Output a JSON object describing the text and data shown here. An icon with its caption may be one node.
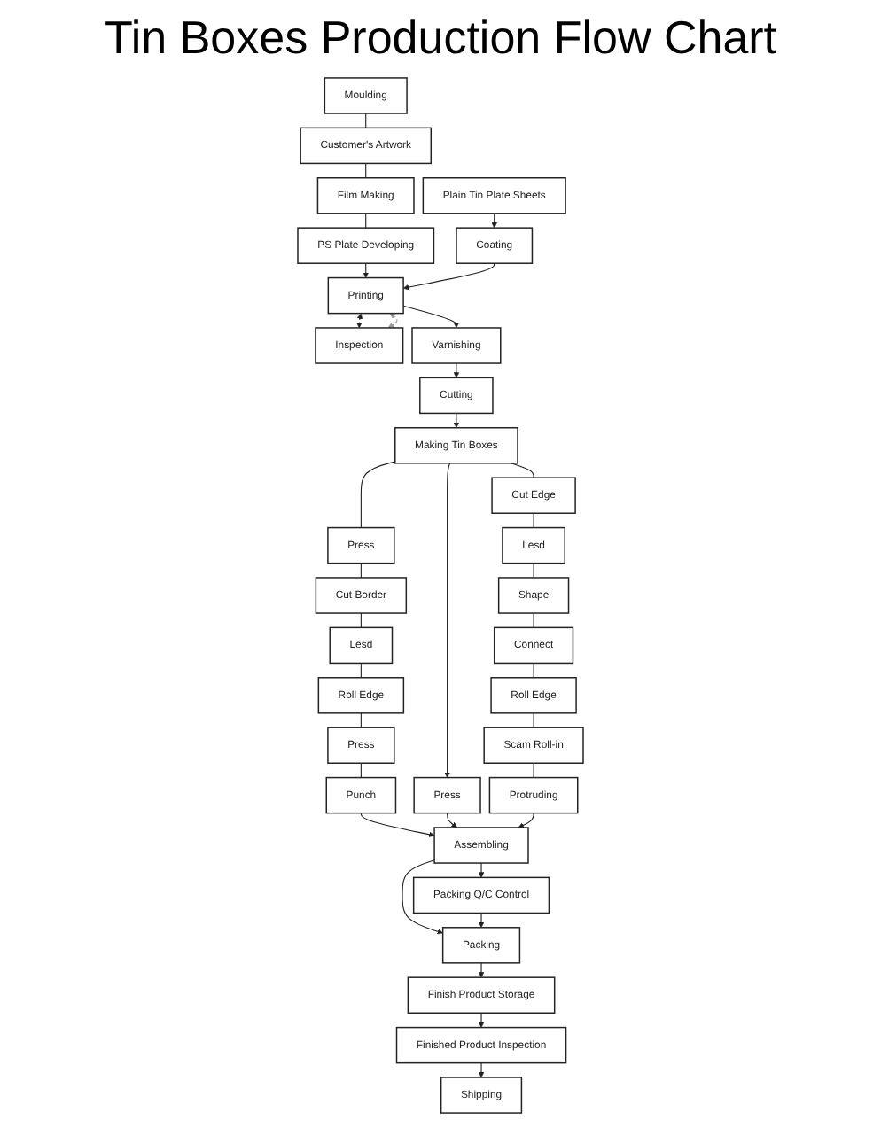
{
  "diagram": {
    "title": "Tin Boxes Production Flow Chart",
    "nodes": [
      {
        "text": [
          "Moulding"
        ]
      },
      {
        "text": [
          "Customer's Artwork"
        ]
      },
      {
        "text": [
          "Film Making"
        ]
      },
      {
        "text": [
          "PS Plate Developing"
        ]
      },
      {
        "text": [
          "Plain Tin Plate Sheets"
        ]
      },
      {
        "text": [
          "Coating"
        ]
      },
      {
        "text": [
          "Printing"
        ]
      },
      {
        "text": [
          "Inspection"
        ]
      },
      {
        "text": [
          "Varnishing"
        ]
      },
      {
        "text": [
          "Cutting"
        ]
      },
      {
        "text": [
          "Making Tin Boxes"
        ]
      },
      {
        "text": [
          "Press"
        ]
      },
      {
        "text": [
          "Cut Border"
        ]
      },
      {
        "text": [
          "Lesd"
        ]
      },
      {
        "text": [
          "Roll Edge"
        ]
      },
      {
        "text": [
          "Press"
        ]
      },
      {
        "text": [
          "Punch"
        ]
      },
      {
        "text": [
          "Press"
        ]
      },
      {
        "text": [
          "Cut Edge"
        ]
      },
      {
        "text": [
          "Lesd"
        ]
      },
      {
        "text": [
          "Shape"
        ]
      },
      {
        "text": [
          "Connect"
        ]
      },
      {
        "text": [
          "Roll Edge"
        ]
      },
      {
        "text": [
          "Scam Roll-in"
        ]
      },
      {
        "text": [
          "Protruding"
        ]
      },
      {
        "text": [
          "Assembling"
        ]
      },
      {
        "text": [
          "Packing Q/C Control"
        ]
      },
      {
        "text": [
          "Packing"
        ]
      },
      {
        "text": [
          "Finish Product Storage"
        ]
      },
      {
        "text": [
          "Finished Product Inspection"
        ]
      },
      {
        "text": [
          "Shipping"
        ]
      }
    ],
    "edges": [
      {
        "from": 0,
        "to": 1,
        "arrow": "none"
      },
      {
        "from": 1,
        "to": 2,
        "arrow": "none"
      },
      {
        "from": 2,
        "to": 3,
        "arrow": "none"
      },
      {
        "from": 3,
        "to": 6,
        "arrow": "to"
      },
      {
        "from": 4,
        "to": 5,
        "arrow": "to"
      },
      {
        "from": 5,
        "to": 6,
        "arrow": "to"
      },
      {
        "from": 6,
        "to": 7,
        "arrow": "both",
        "style": "dashed"
      },
      {
        "from": 7,
        "to": 6,
        "arrow": "both",
        "style": "dashed",
        "color": "#999999"
      },
      {
        "from": 6,
        "to": 8,
        "arrow": "to"
      },
      {
        "from": 8,
        "to": 9,
        "arrow": "to"
      },
      {
        "from": 9,
        "to": 10,
        "arrow": "to"
      },
      {
        "from": 10,
        "to": 11,
        "arrow": "none"
      },
      {
        "from": 10,
        "to": 17,
        "arrow": "to"
      },
      {
        "from": 10,
        "to": 18,
        "arrow": "none"
      },
      {
        "from": 11,
        "to": 12,
        "arrow": "none"
      },
      {
        "from": 12,
        "to": 13,
        "arrow": "none"
      },
      {
        "from": 13,
        "to": 14,
        "arrow": "none"
      },
      {
        "from": 14,
        "to": 15,
        "arrow": "none"
      },
      {
        "from": 15,
        "to": 16,
        "arrow": "none"
      },
      {
        "from": 18,
        "to": 19,
        "arrow": "none"
      },
      {
        "from": 19,
        "to": 20,
        "arrow": "none"
      },
      {
        "from": 20,
        "to": 21,
        "arrow": "none"
      },
      {
        "from": 21,
        "to": 22,
        "arrow": "none"
      },
      {
        "from": 22,
        "to": 23,
        "arrow": "none"
      },
      {
        "from": 23,
        "to": 24,
        "arrow": "none"
      },
      {
        "from": 16,
        "to": 25,
        "arrow": "to"
      },
      {
        "from": 17,
        "to": 25,
        "arrow": "to"
      },
      {
        "from": 24,
        "to": 25,
        "arrow": "to"
      },
      {
        "from": 25,
        "to": 26,
        "arrow": "to"
      },
      {
        "from": 25,
        "to": 27,
        "arrow": "to"
      },
      {
        "from": 26,
        "to": 27,
        "arrow": "to"
      },
      {
        "from": 27,
        "to": 28,
        "arrow": "to"
      },
      {
        "from": 28,
        "to": 29,
        "arrow": "to"
      },
      {
        "from": 29,
        "to": 30,
        "arrow": "to"
      }
    ]
  }
}
